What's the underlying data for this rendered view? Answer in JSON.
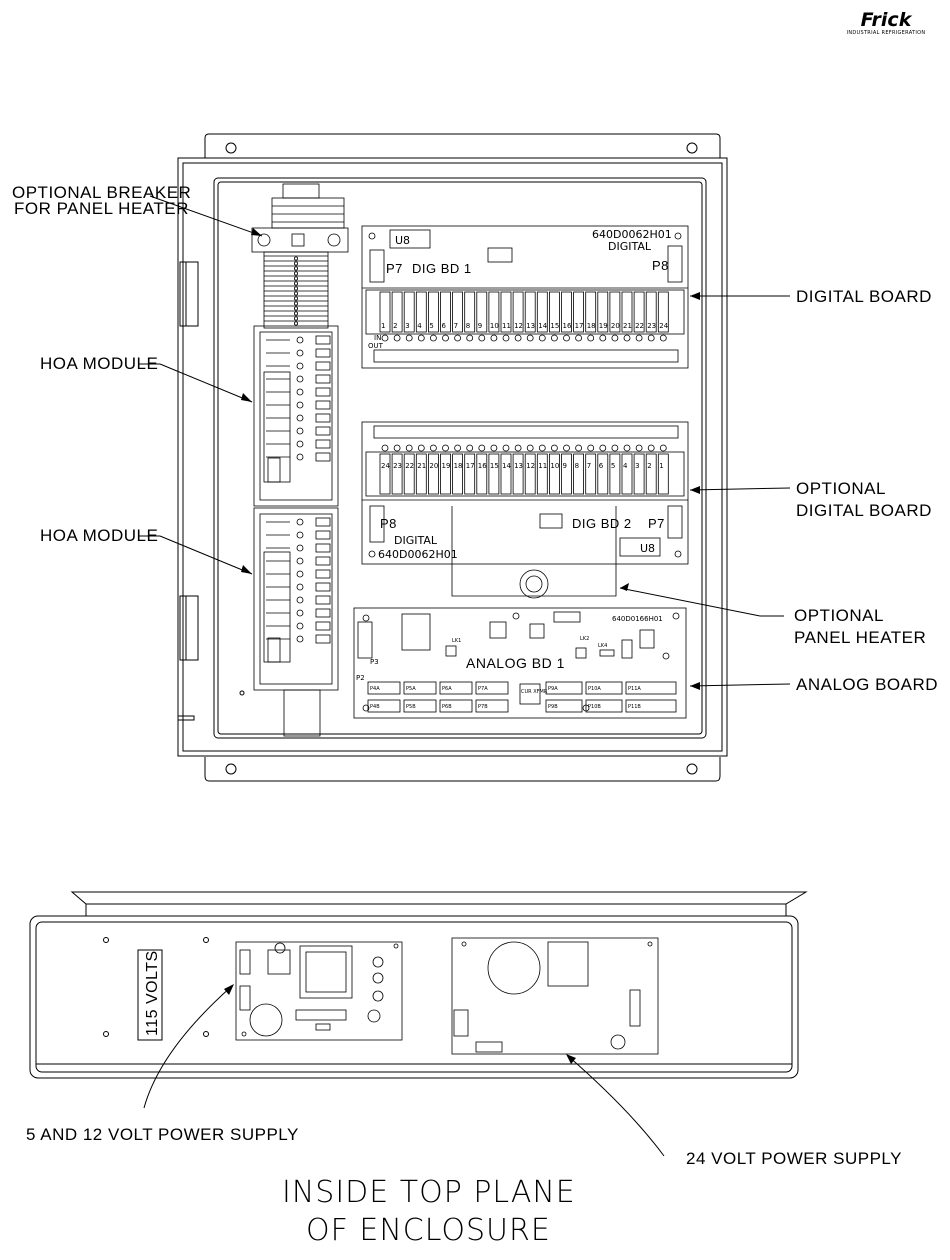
{
  "logo": {
    "brand": "Frick",
    "subtitle": "INDUSTRIAL REFRIGERATION"
  },
  "callouts": {
    "breaker_line1": "OPTIONAL BREAKER",
    "breaker_line2": "FOR PANEL HEATER",
    "hoa_top": "HOA MODULE",
    "hoa_bottom": "HOA MODULE",
    "digital_board": "DIGITAL BOARD",
    "opt_digital_line1": "OPTIONAL",
    "opt_digital_line2": "DIGITAL BOARD",
    "opt_heater_line1": "OPTIONAL",
    "opt_heater_line2": "PANEL HEATER",
    "analog_board": "ANALOG BOARD",
    "ps_5_12": "5 AND 12 VOLT POWER SUPPLY",
    "ps_24": "24 VOLT POWER SUPPLY"
  },
  "digital_board_1": {
    "u8": "U8",
    "p7": "P7",
    "p8": "P8",
    "name": "DIG BD 1",
    "part": "640D0062H01",
    "type": "DIGITAL",
    "in": "IN",
    "out": "OUT",
    "channels": [
      "1",
      "2",
      "3",
      "4",
      "5",
      "6",
      "7",
      "8",
      "9",
      "10",
      "11",
      "12",
      "13",
      "14",
      "15",
      "16",
      "17",
      "18",
      "19",
      "20",
      "21",
      "22",
      "23",
      "24"
    ]
  },
  "digital_board_2": {
    "u8": "U8",
    "p7": "P7",
    "p8": "P8",
    "name": "DIG BD 2",
    "part": "640D0062H01",
    "type": "DIGITAL"
  },
  "analog_board": {
    "name": "ANALOG BD 1",
    "part": "640D0166H01",
    "lk1": "LK1",
    "lk2": "LK2",
    "lk4": "LK4",
    "p2": "P2",
    "p3": "P3",
    "cur_xfmr": "CUR XFMR",
    "conn_top": [
      "P4A",
      "P5A",
      "P6A",
      "P7A",
      "P9A",
      "P10A",
      "P11A"
    ],
    "conn_bottom": [
      "P4B",
      "P5B",
      "P6B",
      "P7B",
      "P9B",
      "P10B",
      "P11B"
    ]
  },
  "top_plane": {
    "label_115": "115 VOLTS",
    "title_line1": "INSIDE TOP PLANE",
    "title_line2": "OF ENCLOSURE"
  }
}
